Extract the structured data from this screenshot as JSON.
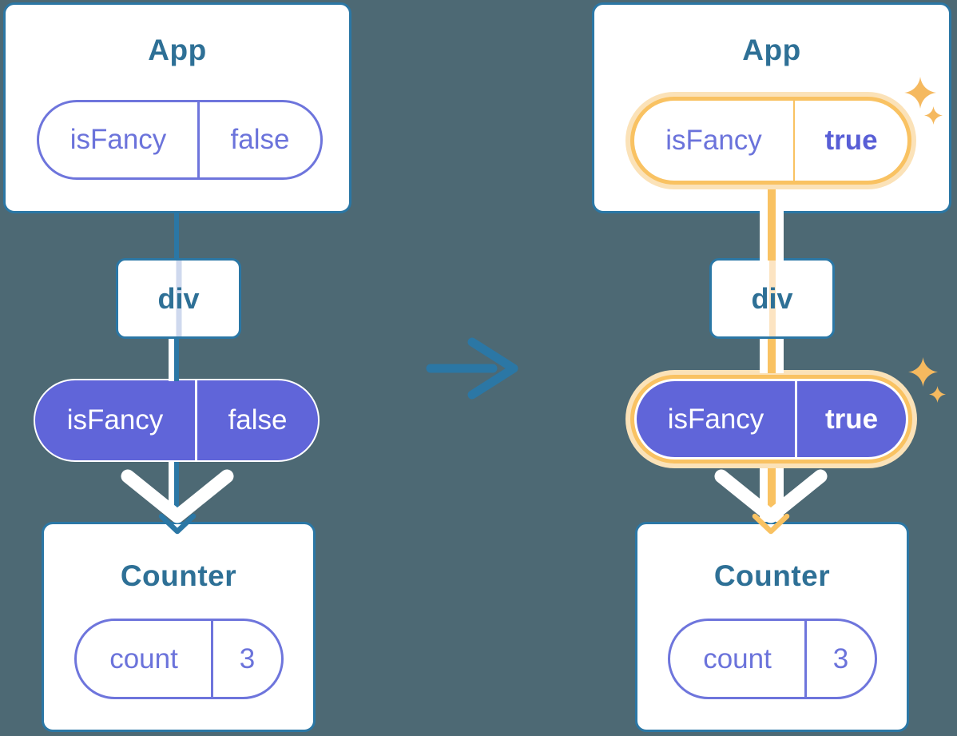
{
  "palette": {
    "background": "#4D6974",
    "card_background": "#FFFFFF",
    "card_border_teal": "#2B77A5",
    "title_text_teal": "#2E7096",
    "pill_purple_fill": "#6065D9",
    "pill_purple_outline": "#6E75DC",
    "pill_purple_text": "#6B73DB",
    "highlight_orange": "#F9C262",
    "highlight_orange_glow": "#FBE2B8",
    "faded_stripe_blue": "#CFD9EE",
    "faded_stripe_orange": "#FCE4C2",
    "sparkle_orange": "#F5B95F",
    "flow_line_white": "#FFFFFF"
  },
  "before": {
    "app": {
      "title": "App",
      "prop": {
        "name": "isFancy",
        "value": "false"
      }
    },
    "container": {
      "title": "div"
    },
    "passed_prop": {
      "name": "isFancy",
      "value": "false"
    },
    "counter": {
      "title": "Counter",
      "state": {
        "name": "count",
        "value": "3"
      }
    }
  },
  "after": {
    "app": {
      "title": "App",
      "prop": {
        "name": "isFancy",
        "value": "true"
      }
    },
    "container": {
      "title": "div"
    },
    "passed_prop": {
      "name": "isFancy",
      "value": "true"
    },
    "counter": {
      "title": "Counter",
      "state": {
        "name": "count",
        "value": "3"
      }
    }
  }
}
